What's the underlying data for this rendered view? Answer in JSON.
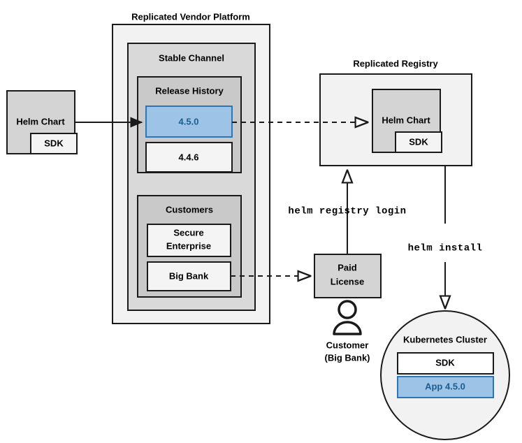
{
  "diagram": {
    "title_vendor_platform": "Replicated Vendor Platform",
    "title_registry": "Replicated Registry",
    "groups": {
      "stable_channel": "Stable Channel",
      "release_history": "Release History",
      "customers": "Customers"
    },
    "boxes": {
      "helm_chart_left": "Helm Chart",
      "sdk_left": "SDK",
      "release_current": "4.5.0",
      "release_previous": "4.4.6",
      "customer_secure_line1": "Secure",
      "customer_secure_line2": "Enterprise",
      "customer_big_bank": "Big Bank",
      "helm_chart_registry": "Helm Chart",
      "sdk_registry": "SDK",
      "paid_license_line1": "Paid",
      "paid_license_line2": "License",
      "k8s_cluster": "Kubernetes Cluster",
      "k8s_sdk": "SDK",
      "k8s_app": "App 4.5.0"
    },
    "actor": {
      "label_line1": "Customer",
      "label_line2": "(Big Bank)",
      "icon": "person-icon"
    },
    "commands": {
      "registry_login": "helm registry login",
      "install": "helm install"
    },
    "colors": {
      "accent_blue_fill": "#9dc3e6",
      "accent_blue_stroke": "#2e75b6",
      "accent_blue_text": "#1b5d91",
      "stroke": "#1a1a1a",
      "outer_fill": "#f2f2f2",
      "mid_fill": "#d9d9d9",
      "inner_fill": "#c9c9c9",
      "box_fill": "#f4f4f4"
    }
  }
}
